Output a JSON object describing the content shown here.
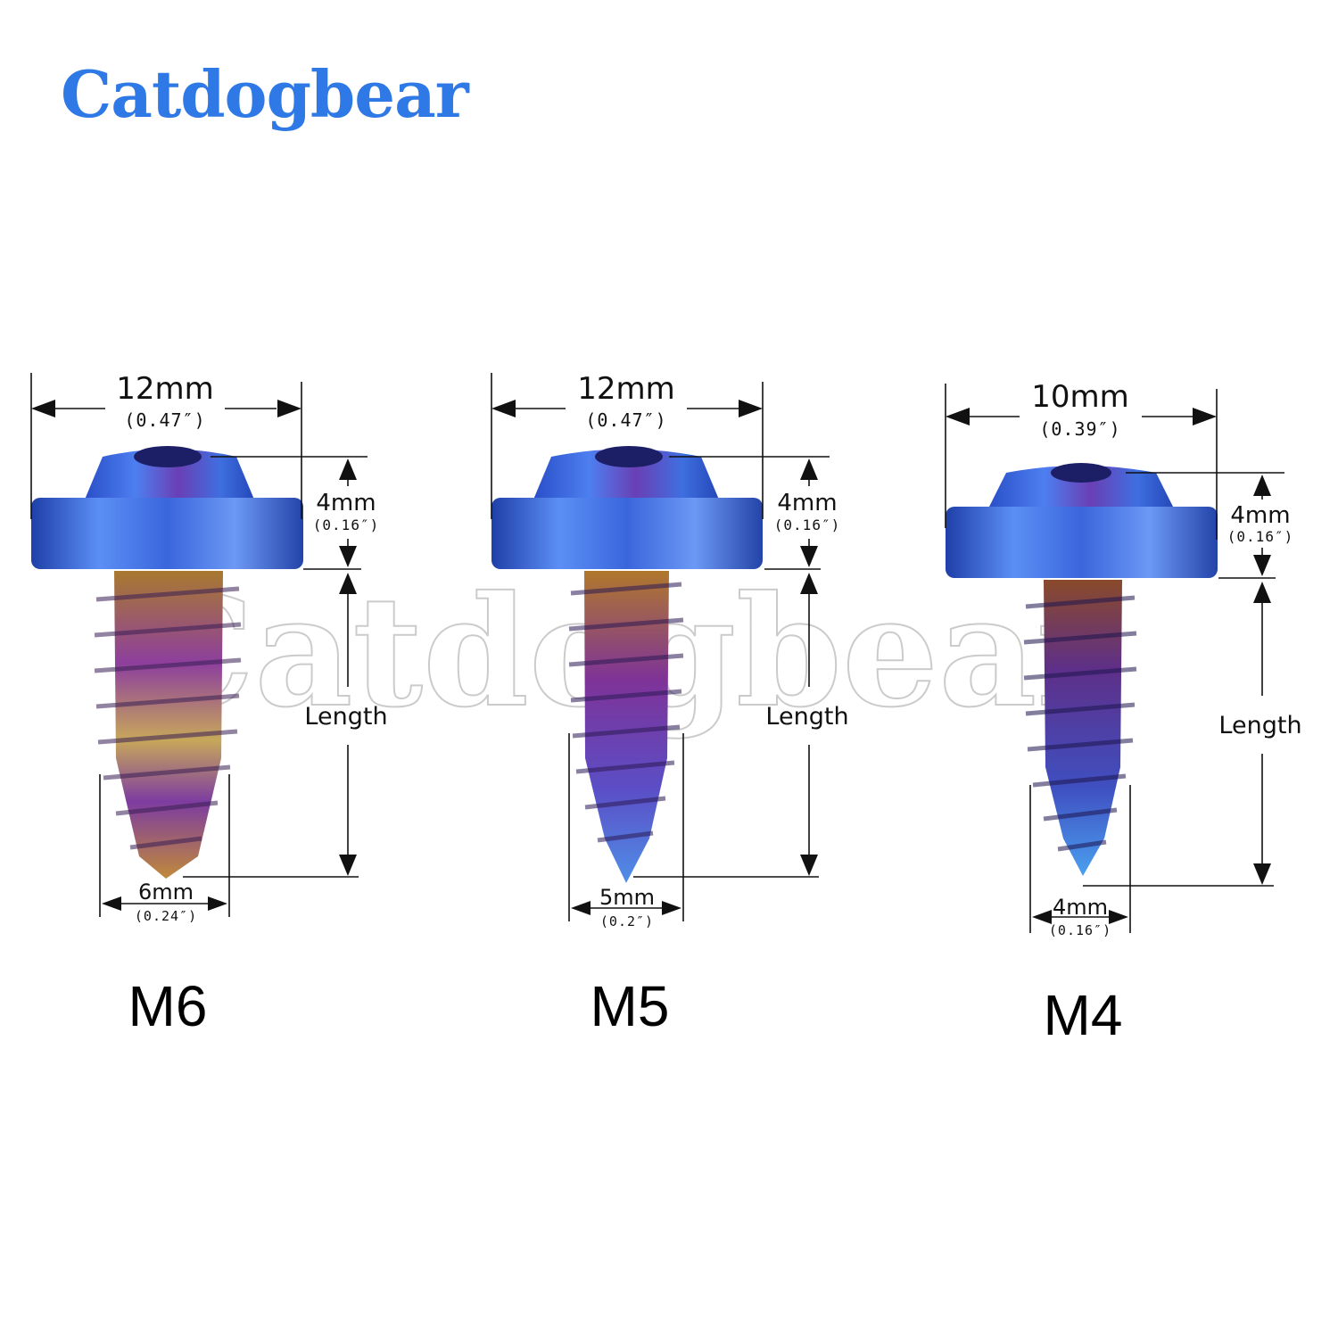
{
  "brand": "Catdogbear",
  "watermark": "Catdogbear",
  "colors": {
    "brand": "#2f79e6",
    "head_blue": "#3b6fe0",
    "head_purple": "#6a3fb5",
    "thread_bronze": "#b07a2a"
  },
  "screws": [
    {
      "model": "M6",
      "head_width_mm": "12mm",
      "head_width_in": "(0.47″)",
      "head_height_mm": "4mm",
      "head_height_in": "(0.16″)",
      "length_label": "Length",
      "thread_mm": "6mm",
      "thread_in": "(0.24″)"
    },
    {
      "model": "M5",
      "head_width_mm": "12mm",
      "head_width_in": "(0.47″)",
      "head_height_mm": "4mm",
      "head_height_in": "(0.16″)",
      "length_label": "Length",
      "thread_mm": "5mm",
      "thread_in": "(0.2″)"
    },
    {
      "model": "M4",
      "head_width_mm": "10mm",
      "head_width_in": "(0.39″)",
      "head_height_mm": "4mm",
      "head_height_in": "(0.16″)",
      "length_label": "Length",
      "thread_mm": "4mm",
      "thread_in": "(0.16″)"
    }
  ]
}
